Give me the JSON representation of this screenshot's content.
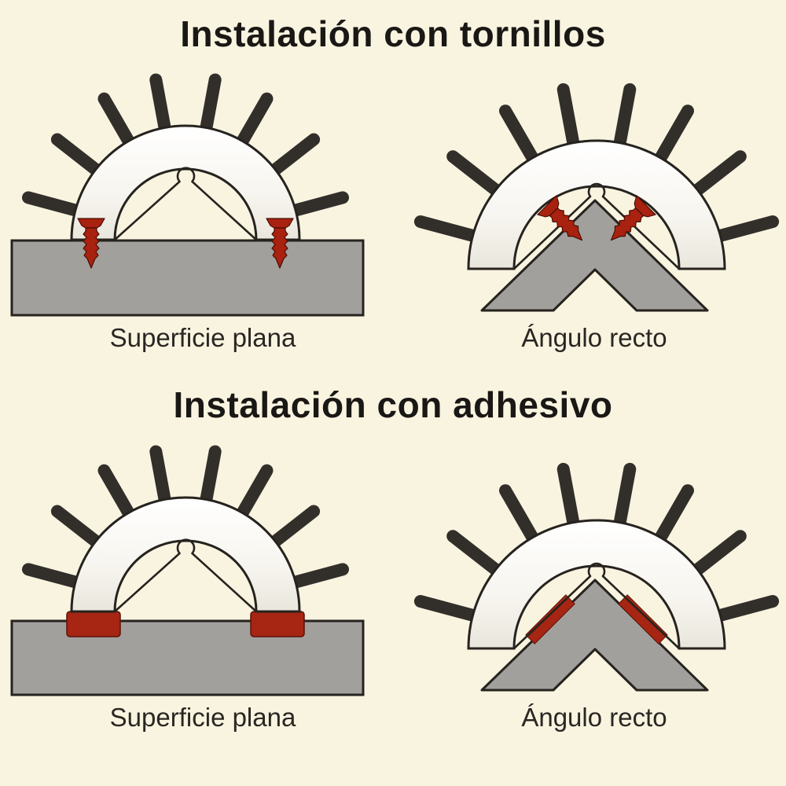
{
  "colors": {
    "background": "#F9F4E0",
    "outline": "#26231F",
    "spike": "#322F2B",
    "surface_gray": "#A2A09C",
    "screw_red": "#A8220F",
    "screw_outline": "#4A0D05",
    "adhesive_red": "#A62513",
    "adhesive_outline": "#5E1206",
    "label_text": "#2A2622",
    "title_text": "#1A1815"
  },
  "sections": [
    {
      "title": "Instalación con tornillos",
      "figures": [
        {
          "caption": "Superficie plana",
          "fastener_icon": "screw-icon",
          "surface_type": "flat",
          "screw_count": 2
        },
        {
          "caption": "Ángulo recto",
          "fastener_icon": "screw-icon",
          "surface_type": "right-angle",
          "screw_count": 2
        }
      ]
    },
    {
      "title": "Instalación con adhesivo",
      "figures": [
        {
          "caption": "Superficie plana",
          "fastener_icon": "adhesive-pad-icon",
          "surface_type": "flat",
          "pad_count": 2
        },
        {
          "caption": "Ángulo recto",
          "fastener_icon": "adhesive-strip-icon",
          "surface_type": "right-angle",
          "strip_count": 2
        }
      ]
    }
  ]
}
